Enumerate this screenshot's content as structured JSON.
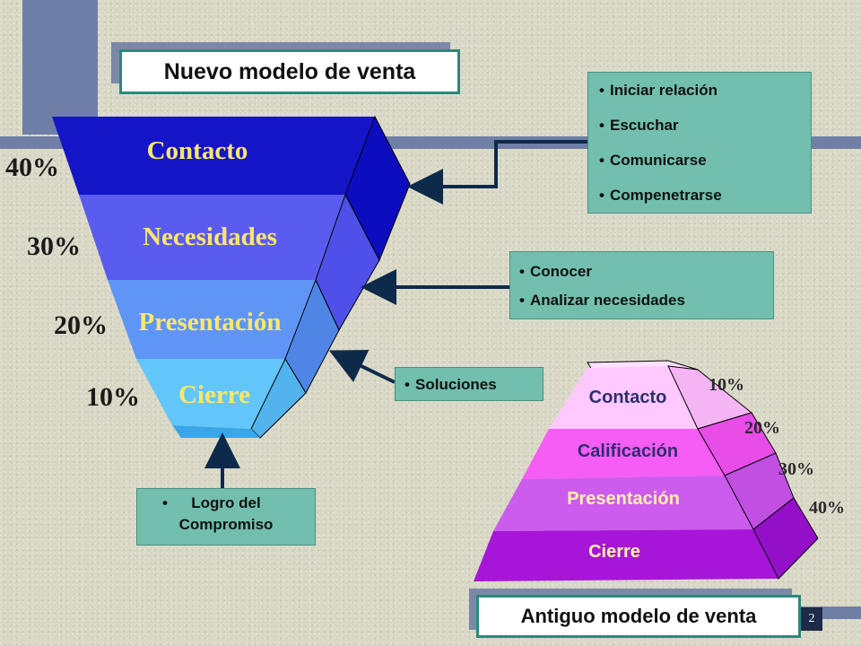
{
  "titles": {
    "new_model": "Nuevo modelo de venta",
    "old_model": "Antiguo modelo de venta"
  },
  "funnel": {
    "stages": [
      {
        "label": "Contacto",
        "percent": "40%"
      },
      {
        "label": "Necesidades",
        "percent": "30%"
      },
      {
        "label": "Presentación",
        "percent": "20%"
      },
      {
        "label": "Cierre",
        "percent": "10%"
      }
    ]
  },
  "pyramid": {
    "stages": [
      {
        "label": "Contacto",
        "percent": "10%"
      },
      {
        "label": "Calificación",
        "percent": "20%"
      },
      {
        "label": "Presentación",
        "percent": "30%"
      },
      {
        "label": "Cierre",
        "percent": "40%"
      }
    ]
  },
  "notes": {
    "contacto": [
      "Iniciar  relación",
      "Escuchar",
      "Comunicarse",
      "Compenetrarse"
    ],
    "necesidades": [
      "Conocer",
      "Analizar necesidades"
    ],
    "presentacion": [
      "Soluciones"
    ],
    "cierre": [
      "Logro del",
      "Compromiso"
    ]
  },
  "slide_number": "2",
  "colors": {
    "background": "#d9d8c6",
    "funnel_contacto": "#1515c8",
    "funnel_necesidades": "#5a5cf0",
    "funnel_presentacion": "#5f96f5",
    "funnel_cierre": "#63c6fa",
    "pyramid_contacto": "#ffc8ff",
    "pyramid_calificacion": "#f55df5",
    "pyramid_presentacion": "#cc5cee",
    "pyramid_cierre": "#a716d8",
    "note_box": "#72bfae",
    "title_border": "#2a8a7a",
    "arrow": "#0d2a4a"
  }
}
